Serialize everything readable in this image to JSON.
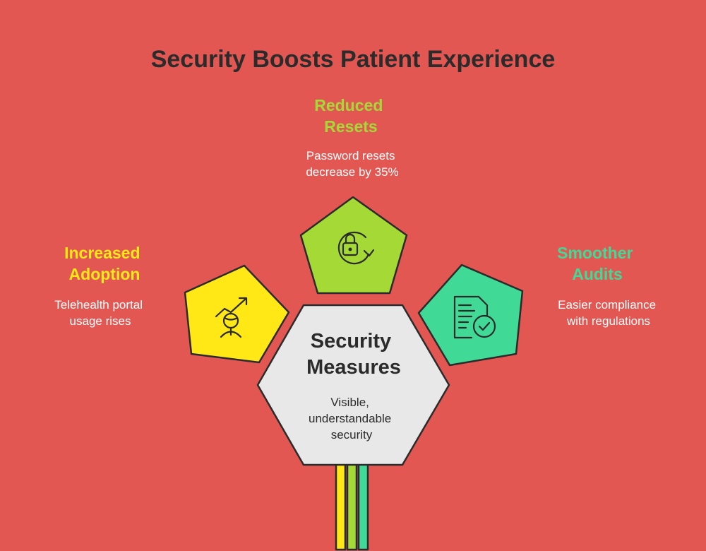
{
  "title": "Security Boosts Patient Experience",
  "colors": {
    "background": "#E35753",
    "yellow": "#FFE815",
    "lime": "#A5D936",
    "teal": "#40DA96",
    "center": "#E8E8E8",
    "outline": "#2B2B2B",
    "text_light": "#FFFFFF"
  },
  "center": {
    "heading": [
      "Security",
      "Measures"
    ],
    "description": [
      "Visible,",
      "understandable",
      "security"
    ]
  },
  "nodes": [
    {
      "id": "increased-adoption",
      "heading": [
        "Increased",
        "Adoption"
      ],
      "description": [
        "Telehealth portal",
        "usage rises"
      ],
      "color_key": "yellow",
      "icon": "person-growth-arrow-icon"
    },
    {
      "id": "reduced-resets",
      "heading": [
        "Reduced",
        "Resets"
      ],
      "description": [
        "Password resets",
        "decrease by 35%"
      ],
      "color_key": "lime",
      "icon": "lock-refresh-icon"
    },
    {
      "id": "smoother-audits",
      "heading": [
        "Smoother",
        "Audits"
      ],
      "description": [
        "Easier compliance",
        "with regulations"
      ],
      "color_key": "teal",
      "icon": "document-check-icon"
    }
  ]
}
